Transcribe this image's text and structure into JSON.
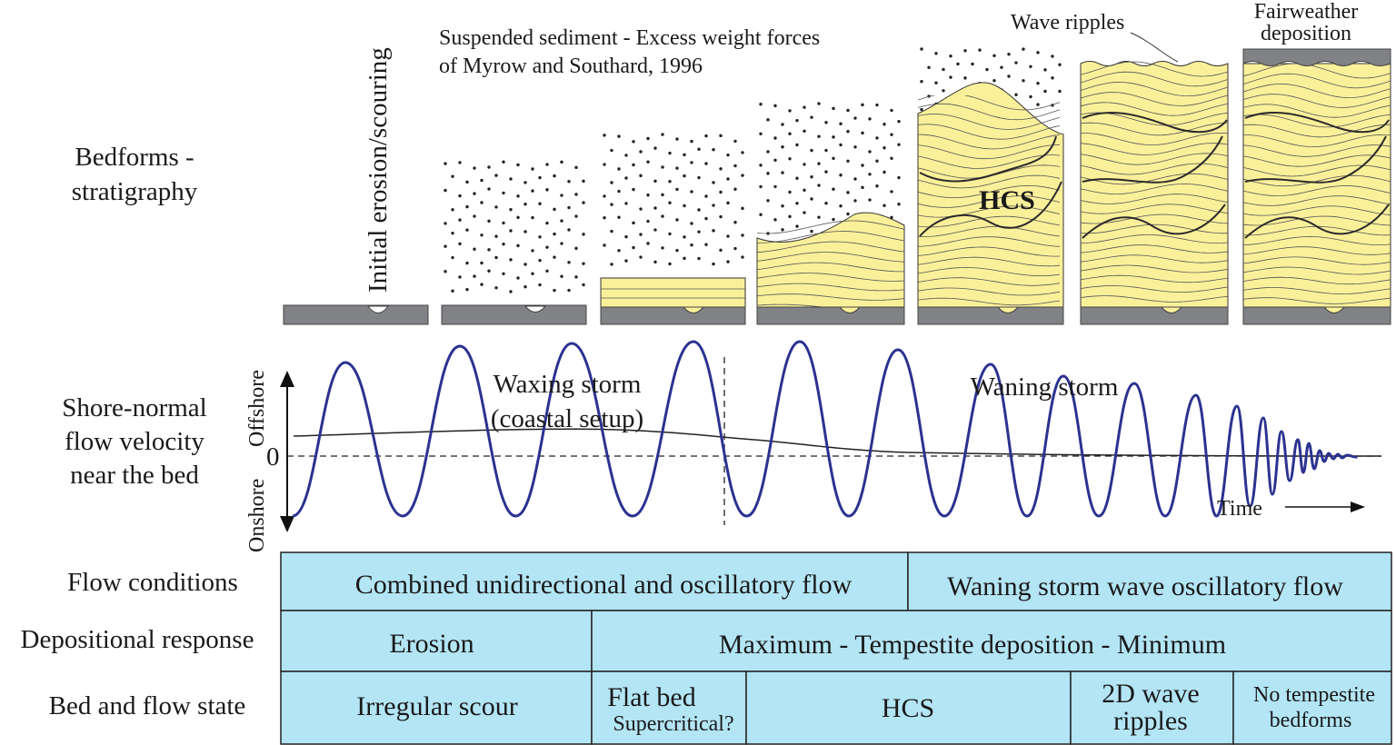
{
  "row_labels": {
    "bedforms_line1": "Bedforms -",
    "bedforms_line2": "stratigraphy",
    "velocity_line1": "Shore-normal",
    "velocity_line2": "flow velocity",
    "velocity_line3": "near the bed",
    "flow_conditions": "Flow conditions",
    "depositional_response": "Depositional response",
    "bed_and_flow_state": "Bed and flow state"
  },
  "annotations": {
    "initial_erosion": "Initial erosion/scouring",
    "suspended_line1": "Suspended sediment - Excess weight forces",
    "suspended_line2": "of Myrow and Southard, 1996",
    "wave_ripples": "Wave ripples",
    "fairweather_line1": "Fairweather",
    "fairweather_line2": "deposition",
    "hcs": "HCS"
  },
  "velocity_plot": {
    "offshore": "Offshore",
    "onshore": "Onshore",
    "zero": "0",
    "waxing_line1": "Waxing storm",
    "waxing_line2": "(coastal setup)",
    "waning": "Waning storm",
    "time": "Time",
    "wave_color": "#2b3290"
  },
  "table": {
    "fill": "#b3e5f5",
    "flow_conditions": [
      "Combined unidirectional and oscillatory flow",
      "Waning storm wave oscillatory flow"
    ],
    "depositional_response": [
      "Erosion",
      "Maximum - Tempestite deposition - Minimum"
    ],
    "bed_and_flow_state": {
      "irregular_scour": "Irregular scour",
      "flat_bed_line1": "Flat bed",
      "flat_bed_line2": "Supercritical?",
      "hcs": "HCS",
      "wave_ripples_line1": "2D wave",
      "wave_ripples_line2": "ripples",
      "no_tempestite_line1": "No tempestite",
      "no_tempestite_line2": "bedforms"
    }
  },
  "colors": {
    "sand": "#fbf09a",
    "base": "#808285"
  }
}
